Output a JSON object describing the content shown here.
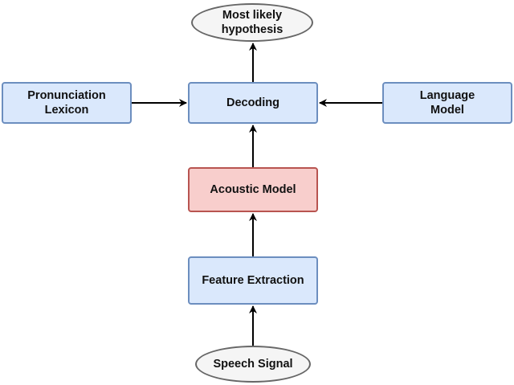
{
  "nodes": {
    "hypothesis": {
      "label": "Most likely\nhypothesis",
      "fill": "#f5f5f5"
    },
    "decoding": {
      "label": "Decoding",
      "fill": "#dae8fc"
    },
    "lexicon": {
      "label": "Pronunciation\nLexicon",
      "fill": "#dae8fc"
    },
    "language_model": {
      "label": "Language\nModel",
      "fill": "#dae8fc"
    },
    "acoustic_model": {
      "label": "Acoustic Model",
      "fill": "#f8cecc"
    },
    "feature_extraction": {
      "label": "Feature Extraction",
      "fill": "#dae8fc"
    },
    "speech_signal": {
      "label": "Speech Signal",
      "fill": "#f5f5f5"
    }
  },
  "edges": [
    {
      "from": "speech_signal",
      "to": "feature_extraction"
    },
    {
      "from": "feature_extraction",
      "to": "acoustic_model"
    },
    {
      "from": "acoustic_model",
      "to": "decoding"
    },
    {
      "from": "lexicon",
      "to": "decoding"
    },
    {
      "from": "language_model",
      "to": "decoding"
    },
    {
      "from": "decoding",
      "to": "hypothesis"
    }
  ],
  "colors": {
    "box_border": "#6c8ebf",
    "acoustic_border": "#b85450",
    "ellipse_border": "#666666",
    "arrow": "#000000"
  }
}
